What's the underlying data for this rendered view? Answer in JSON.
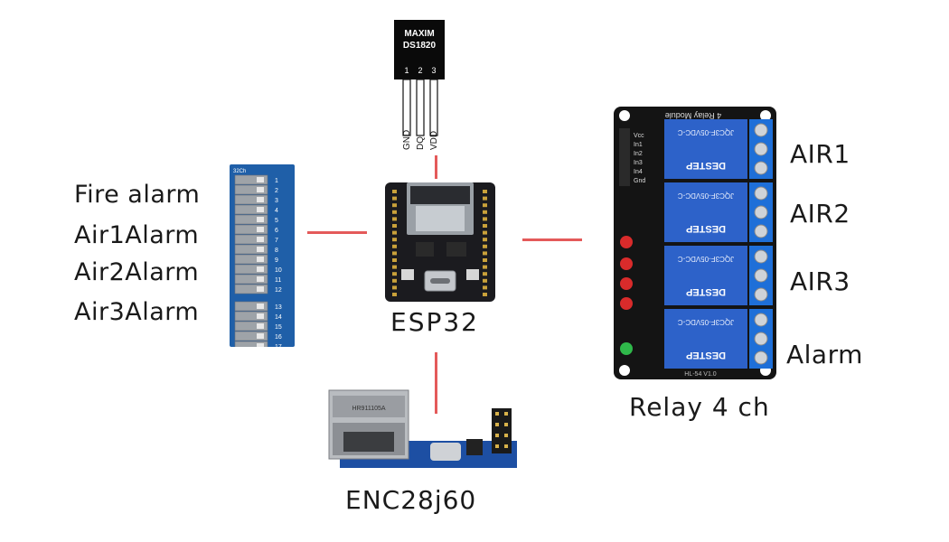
{
  "sensor": {
    "brand": "MAXIM",
    "model": "DS1820",
    "pin_numbers": [
      "1",
      "2",
      "3"
    ],
    "pin_names": [
      "GND",
      "DQ",
      "VDD"
    ]
  },
  "input_terminal": {
    "header": "32Ch",
    "terminal_numbers": [
      "1",
      "2",
      "3",
      "4",
      "5",
      "6",
      "7",
      "8",
      "9",
      "10",
      "11",
      "12",
      "13",
      "14",
      "15",
      "16",
      "17"
    ],
    "labels": [
      "Fire alarm",
      "Air1Alarm",
      "Air2Alarm",
      "Air3Alarm"
    ]
  },
  "esp32": {
    "label": "ESP32"
  },
  "ethernet": {
    "label": "ENC28j60",
    "chip_text": "HR911105A"
  },
  "relay": {
    "label": "Relay 4 ch",
    "board_text": "4 Relay Module",
    "board_model": "HL-54 V1.0",
    "pin_labels": [
      "Vcc",
      "In1",
      "In2",
      "In3",
      "In4",
      "Gnd"
    ],
    "relay_brand": "DESTEP",
    "relay_model": "JQC3F-05VDC-C",
    "channel_labels": [
      "AIR1",
      "AIR2",
      "AIR3",
      "Alarm"
    ]
  },
  "colors": {
    "connector": "#e45a5a",
    "terminal_board": "#1f5fa8",
    "relay_board": "#141414",
    "relay_block": "#2d62c9",
    "esp32_board": "#1b1b1f",
    "enc_board": "#1d4fa3"
  }
}
